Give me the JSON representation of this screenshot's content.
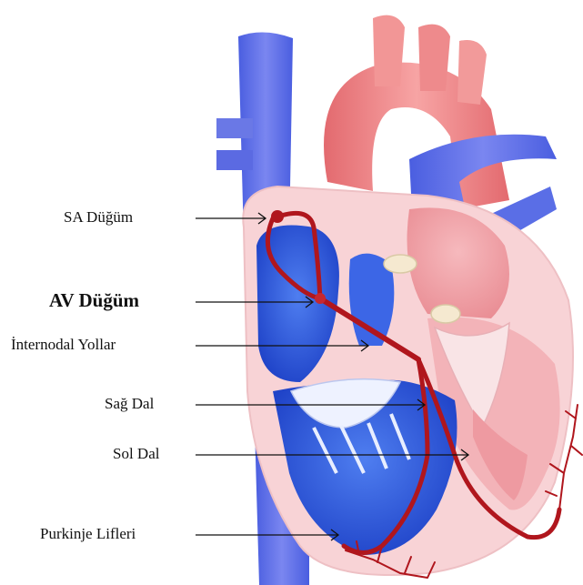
{
  "labels": {
    "sa_node": "SA Düğüm",
    "av_node": "AV Düğüm",
    "internodal": "İnternodal Yollar",
    "right_bundle": "Sağ Dal",
    "left_bundle": "Sol Dal",
    "purkinje": "Purkinje Lifleri"
  },
  "colors": {
    "vein_blue": "#5a6ee6",
    "chamber_blue": "#2f5be0",
    "aorta_red": "#f08a8a",
    "myocardium_pink": "#f7cfd2",
    "conduction_red": "#b0161d"
  }
}
